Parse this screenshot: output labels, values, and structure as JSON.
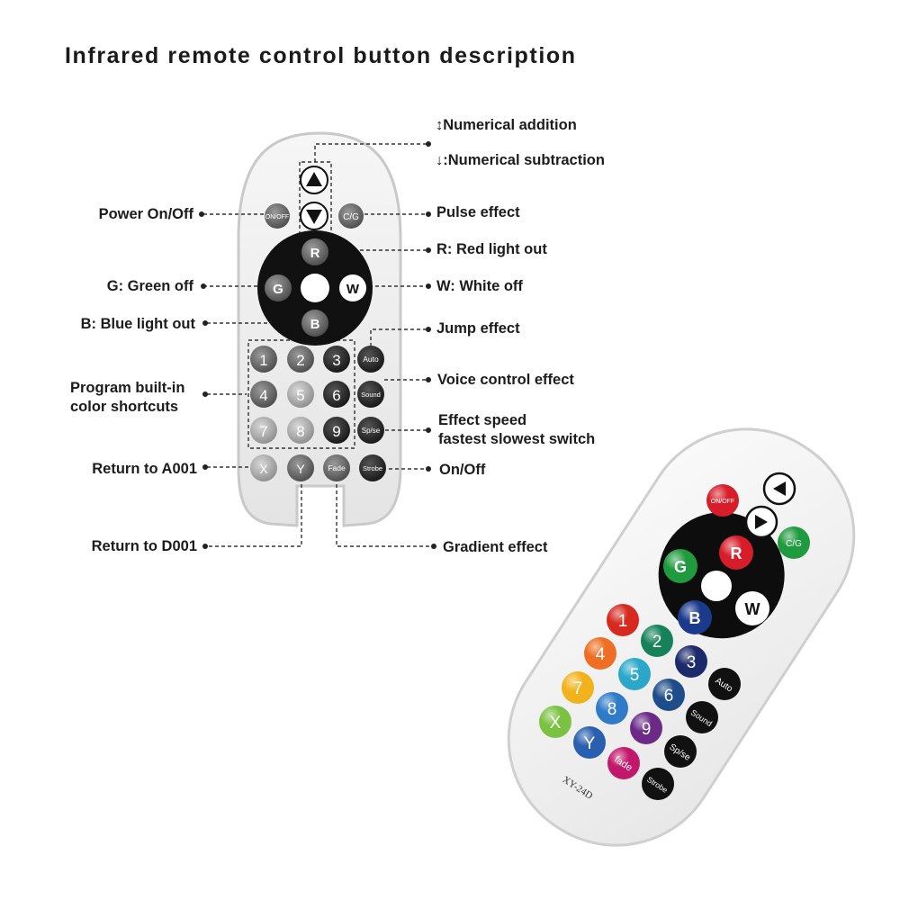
{
  "title": "Infrared remote control button description",
  "labels": {
    "numerical_addition": "Numerical addition",
    "numerical_subtraction": "Numerical subtraction",
    "power": "Power  On/Off",
    "pulse": "Pulse effect",
    "red": "R: Red light out",
    "green": "G: Green off",
    "white": "W: White off",
    "blue": "B: Blue light out",
    "jump": "Jump effect",
    "program_line1": "Program built-in",
    "program_line2": "color shortcuts",
    "voice": "Voice control effect",
    "speed_line1": "Effect speed",
    "speed_line2": "fastest slowest switch",
    "return_a": "Return to A001",
    "onoff": "On/Off",
    "return_d": "Return to D001",
    "gradient": "Gradient effect"
  },
  "diagram_remote": {
    "onoff": "ON/OFF",
    "cg": "C/G",
    "r": "R",
    "g": "G",
    "w": "W",
    "b": "B",
    "numbers": [
      "1",
      "2",
      "3",
      "4",
      "5",
      "6",
      "7",
      "8",
      "9"
    ],
    "auto": "Auto",
    "sound": "Sound",
    "spse": "Sp/se",
    "x": "X",
    "y": "Y",
    "fade": "Fade",
    "strobe": "Strobe"
  },
  "photo_remote": {
    "onoff": "ON/OFF",
    "cg": "C/G",
    "r": "R",
    "g": "G",
    "w": "W",
    "b": "B",
    "numbers": [
      "1",
      "2",
      "3",
      "4",
      "5",
      "6",
      "7",
      "8",
      "9"
    ],
    "auto": "Auto",
    "sound": "Sound",
    "spse": "Sp/se",
    "x": "X",
    "y": "Y",
    "fade": "fade",
    "strobe": "Strobe",
    "model": "XY-24D"
  },
  "colors": {
    "red_button": "#d81d2a",
    "green_button": "#1f9a3e",
    "white_button": "#ffffff",
    "blue_button": "#1b3a8c",
    "n1": "#d62a20",
    "n2": "#17825a",
    "n3": "#1d2a6a",
    "n4": "#ee6e23",
    "n5": "#2aa7c9",
    "n6": "#1f4d8a",
    "n7": "#f2b21c",
    "n8": "#2f7bc8",
    "n9": "#6a2a86",
    "x": "#7cc242",
    "y": "#2a5fb0",
    "fade": "#c2186b"
  }
}
